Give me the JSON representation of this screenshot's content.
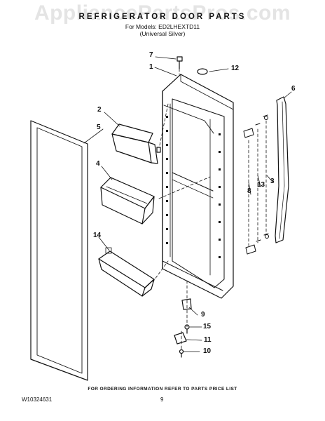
{
  "watermark": "AppliancePartsPros.com",
  "header": {
    "title": "REFRIGERATOR DOOR PARTS",
    "models_line": "For Models: ED2LHEXTD11",
    "color_line": "(Universal Silver)"
  },
  "callouts": [
    "1",
    "2",
    "3",
    "4",
    "5",
    "6",
    "7",
    "8",
    "9",
    "10",
    "11",
    "12",
    "13",
    "14",
    "15"
  ],
  "footer": {
    "ordering_note": "FOR ORDERING INFORMATION REFER TO PARTS PRICE LIST",
    "doc_number": "W10324631",
    "page_number": "9"
  }
}
